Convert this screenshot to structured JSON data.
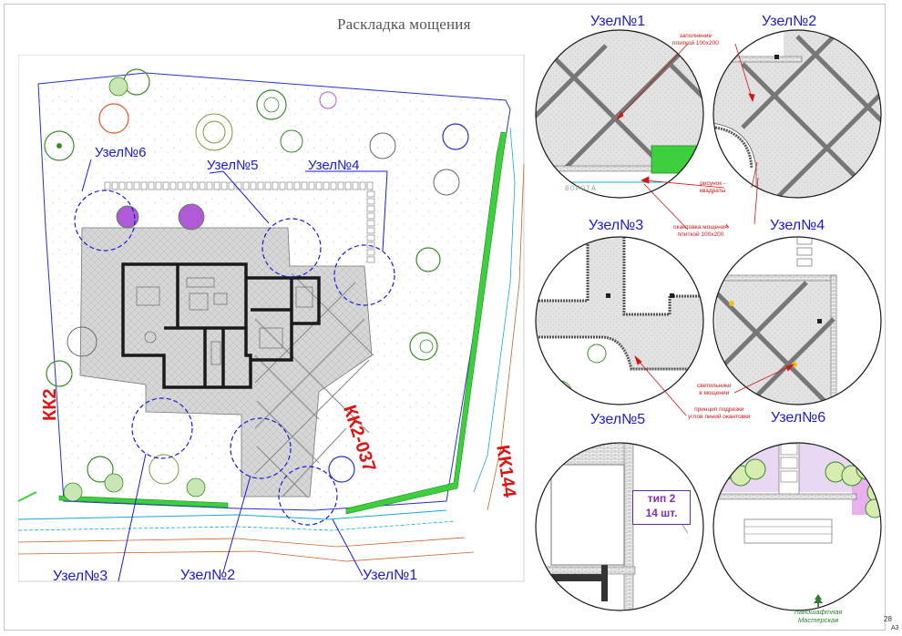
{
  "title": "Раскладка мощения",
  "plan": {
    "nodes": {
      "n1": "Узел№1",
      "n2": "Узел№2",
      "n3": "Узел№3",
      "n4": "Узел№4",
      "n5": "Узел№5",
      "n6": "Узел№6"
    },
    "road_codes": [
      "КК2-037",
      "КК144",
      "КК2"
    ]
  },
  "details": {
    "titles": [
      "Узел№1",
      "Узел№2",
      "Узел№3",
      "Узел№4",
      "Узел№5",
      "Узел№6"
    ],
    "annotations": {
      "fill_line1": "заполнение",
      "fill_line2": "плиткой 100х200",
      "pattern_line1": "рисунок -",
      "pattern_line2": "квадраты",
      "edge_line1": "окантовка мощения",
      "edge_line2": "плиткой 100х200",
      "lights_line1": "светильники",
      "lights_line2": "в мощении",
      "cut_line1": "принцип подрезки",
      "cut_line2": "углов линий окантовки"
    },
    "type_label": "тип 2",
    "type_count": "14 шт.",
    "gate_text": "ВОРОТА"
  },
  "footer": {
    "logo_line1": "Ландшафтная",
    "logo_line2": "Мастерская",
    "page_number": "28",
    "page_format": "А3"
  },
  "colors": {
    "node_label": "#1a1ad8",
    "annotation": "#d01616",
    "hedge": "#3ecf3e",
    "paving": "#d8d8d8",
    "building": "#1a1a1a",
    "type_label": "#8a2bb8"
  }
}
